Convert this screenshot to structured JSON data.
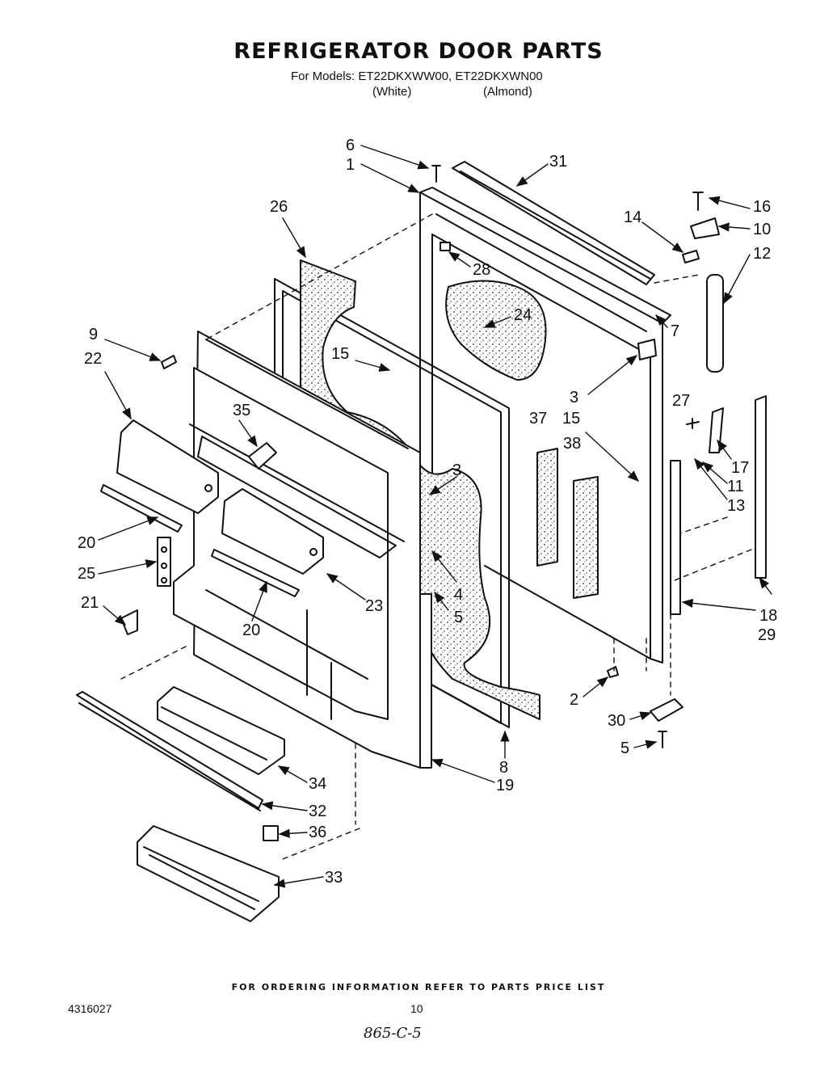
{
  "header": {
    "title": "REFRIGERATOR DOOR PARTS",
    "models_line": "For Models: ET22DKXWW00, ET22DKXWN00",
    "color_white": "(White)",
    "color_almond": "(Almond)"
  },
  "footer": {
    "ordering_note": "FOR ORDERING INFORMATION REFER TO PARTS PRICE LIST",
    "document_number": "4316027",
    "page_number": "10",
    "handwritten_note": "865-C-5"
  },
  "callouts": [
    "6",
    "1",
    "31",
    "16",
    "10",
    "14",
    "12",
    "26",
    "28",
    "24",
    "7",
    "9",
    "22",
    "15",
    "3",
    "27",
    "35",
    "37",
    "15",
    "38",
    "17",
    "11",
    "13",
    "3",
    "20",
    "25",
    "4",
    "5",
    "18",
    "29",
    "21",
    "20",
    "23",
    "2",
    "30",
    "5",
    "8",
    "19",
    "34",
    "32",
    "36",
    "33"
  ]
}
